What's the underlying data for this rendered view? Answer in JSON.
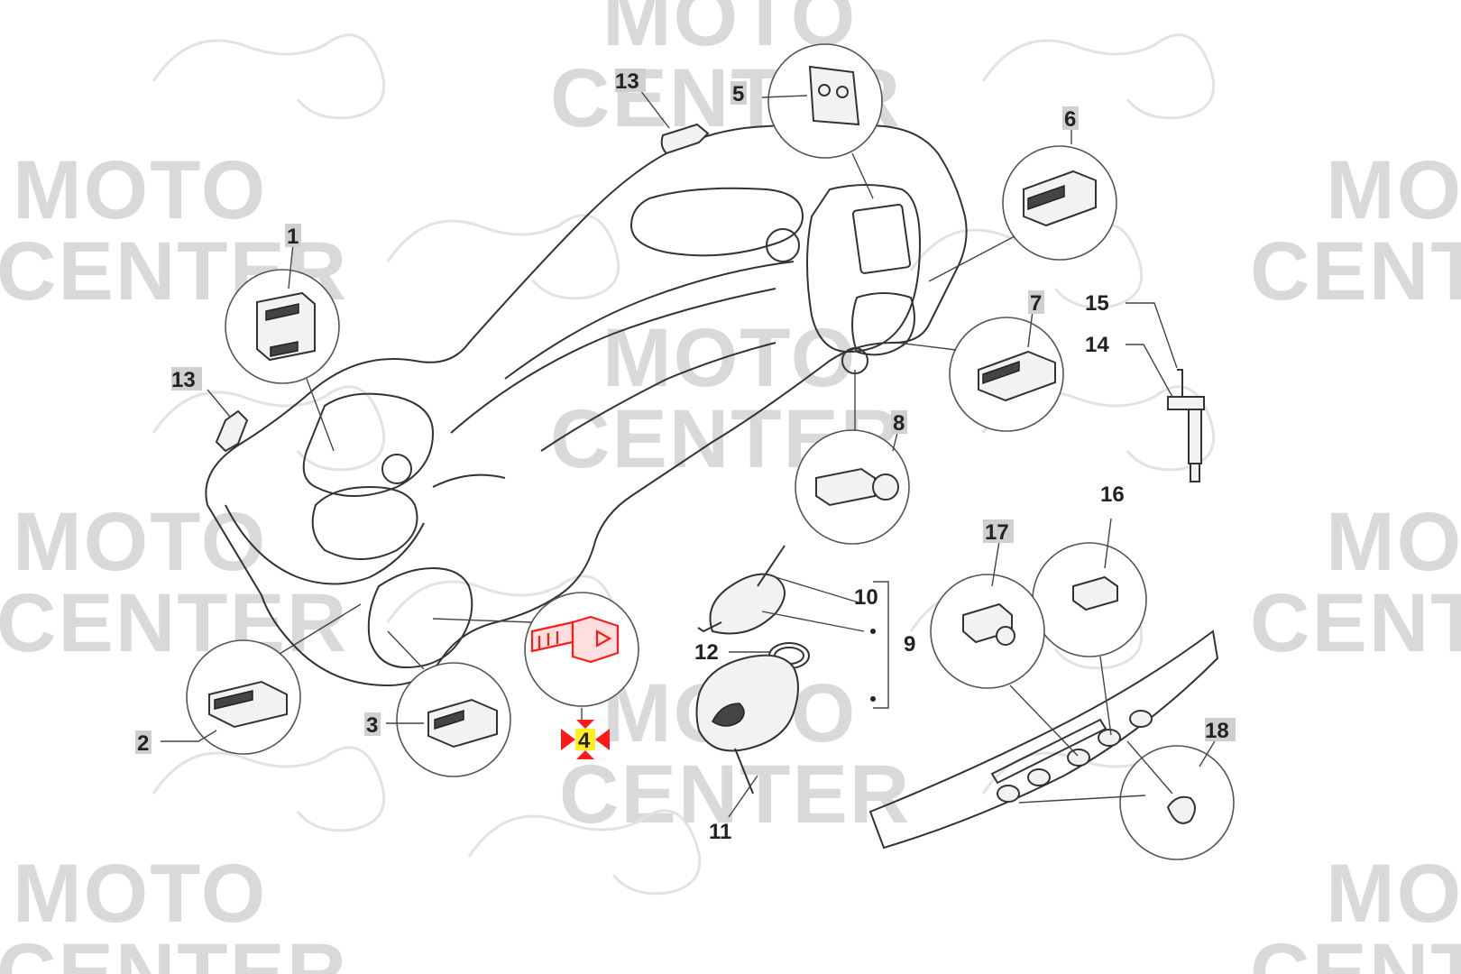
{
  "watermark": {
    "line1": "MOTO",
    "line2": "CENTER",
    "color": "#d9d9d9"
  },
  "highlight": {
    "part": "4",
    "color": "#ff1a1a",
    "label_bg": "#ffee22"
  },
  "parts": {
    "p1": "1",
    "p2": "2",
    "p3": "3",
    "p4": "4",
    "p5": "5",
    "p6": "6",
    "p7": "7",
    "p8": "8",
    "p9": "9",
    "p10": "10",
    "p11": "11",
    "p12": "12",
    "p13a": "13",
    "p13b": "13",
    "p14": "14",
    "p15": "15",
    "p16": "16",
    "p17": "17",
    "p18": "18"
  }
}
